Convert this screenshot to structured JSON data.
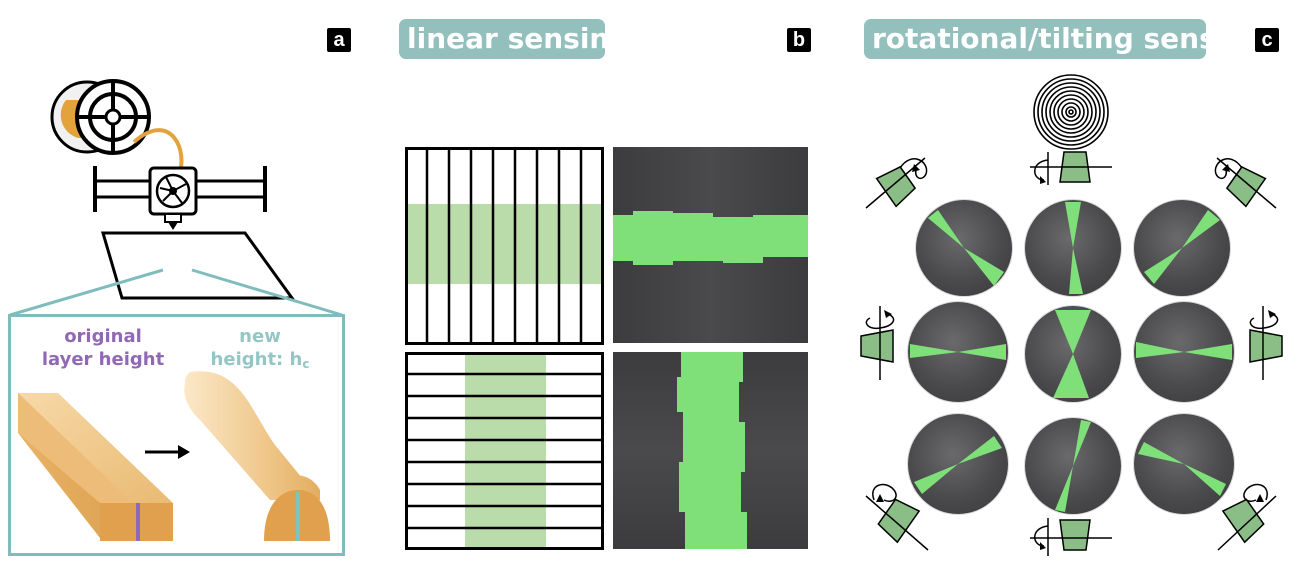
{
  "panel_labels": {
    "a": "a",
    "b": "b",
    "c": "c"
  },
  "titles": {
    "linear": "linear sensing",
    "rotational": "rotational/tilting sensing"
  },
  "panel_a": {
    "original_label_line1": "original",
    "original_label_line2": "layer height",
    "new_label_line1": "new",
    "new_label_line2": "height: h",
    "new_label_subscript": "c"
  },
  "colors": {
    "pill": "#93c0bd",
    "teal_frame": "#7fbcbd",
    "filament_orange": "#e2a23c",
    "purple_label": "#9068b4",
    "teal_label": "#93c6c5",
    "sensor_green": "#7fe07a",
    "pattern_green": "#b9dcaa",
    "icon_green": "#8bbd86"
  },
  "icons": [
    "filament-spool-icon",
    "print-head-fan-icon",
    "arrow-right-icon",
    "concentric-circles-icon",
    "rotation-arrow-icon",
    "trapezoid-sensor-icon"
  ]
}
